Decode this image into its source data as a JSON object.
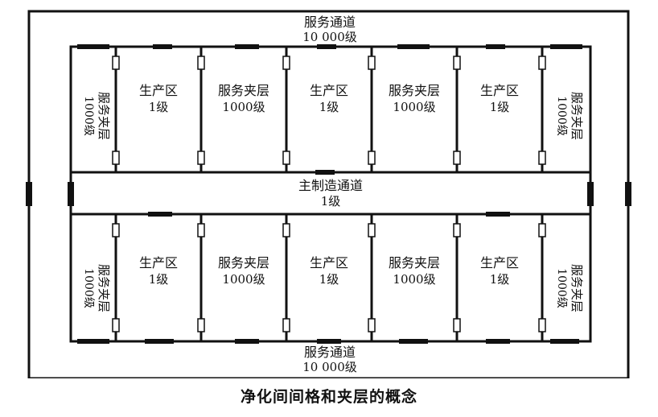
{
  "outer_corridor": {
    "top_name": "服务通道",
    "top_class": "10 000级",
    "bottom_name": "服务通道",
    "bottom_class": "10 000级"
  },
  "main_corridor": {
    "name": "主制造通道",
    "class": "1级"
  },
  "top_row": [
    {
      "kind": "end",
      "name": "服务夹层",
      "class": "1000级"
    },
    {
      "kind": "room",
      "name": "生产区",
      "class": "1级"
    },
    {
      "kind": "room",
      "name": "服务夹层",
      "class": "1000级"
    },
    {
      "kind": "room",
      "name": "生产区",
      "class": "1级"
    },
    {
      "kind": "room",
      "name": "服务夹层",
      "class": "1000级"
    },
    {
      "kind": "room",
      "name": "生产区",
      "class": "1级"
    },
    {
      "kind": "end",
      "name": "服务夹层",
      "class": "1000级"
    }
  ],
  "bottom_row": [
    {
      "kind": "end",
      "name": "服务夹层",
      "class": "1000级"
    },
    {
      "kind": "room",
      "name": "生产区",
      "class": "1级"
    },
    {
      "kind": "room",
      "name": "服务夹层",
      "class": "1000级"
    },
    {
      "kind": "room",
      "name": "生产区",
      "class": "1级"
    },
    {
      "kind": "room",
      "name": "服务夹层",
      "class": "1000级"
    },
    {
      "kind": "room",
      "name": "生产区",
      "class": "1级"
    },
    {
      "kind": "end",
      "name": "服务夹层",
      "class": "1000级"
    }
  ],
  "caption": "净化间间格和夹层的概念"
}
